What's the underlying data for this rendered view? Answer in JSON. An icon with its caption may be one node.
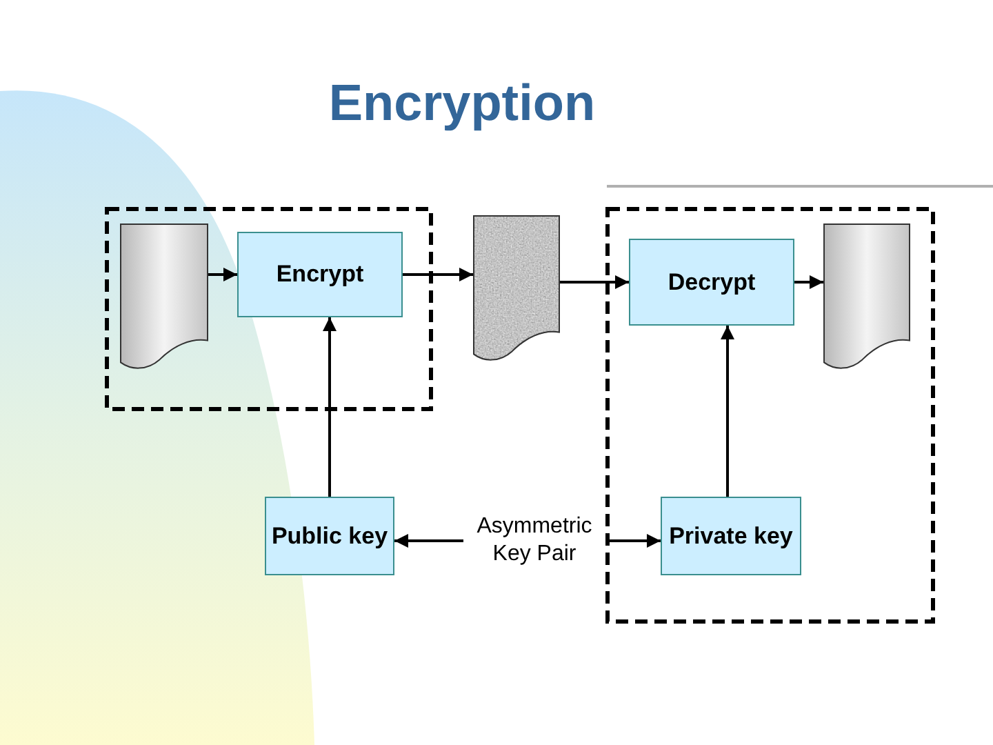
{
  "diagram": {
    "title": "Encryption",
    "nodes": [
      {
        "text": [],
        "shape": "box"
      },
      {
        "text": [],
        "shape": "document",
        "in": 0
      },
      {
        "text": [
          "Encrypt"
        ],
        "in": 0
      },
      {
        "text": [],
        "shape": "document"
      },
      {
        "text": [],
        "shape": "box"
      },
      {
        "text": [
          "Decrypt"
        ],
        "in": 4
      },
      {
        "text": [],
        "shape": "document",
        "in": 4
      },
      {
        "text": [
          "Public key"
        ]
      },
      {
        "text": [
          "Asymmetric Key Pair"
        ]
      },
      {
        "text": [
          "Private key"
        ],
        "in": 4
      }
    ],
    "edges": [
      {
        "from": 1,
        "to": 2,
        "arrow": "to"
      },
      {
        "from": 2,
        "to": 3,
        "arrow": "to"
      },
      {
        "from": 3,
        "to": 5,
        "arrow": "to"
      },
      {
        "from": 5,
        "to": 6,
        "arrow": "to"
      },
      {
        "from": 7,
        "to": 2,
        "arrow": "to"
      },
      {
        "from": 9,
        "to": 5,
        "arrow": "to"
      },
      {
        "from": 8,
        "to": 7,
        "arrow": "to"
      },
      {
        "from": 8,
        "to": 9,
        "arrow": "to"
      }
    ]
  }
}
